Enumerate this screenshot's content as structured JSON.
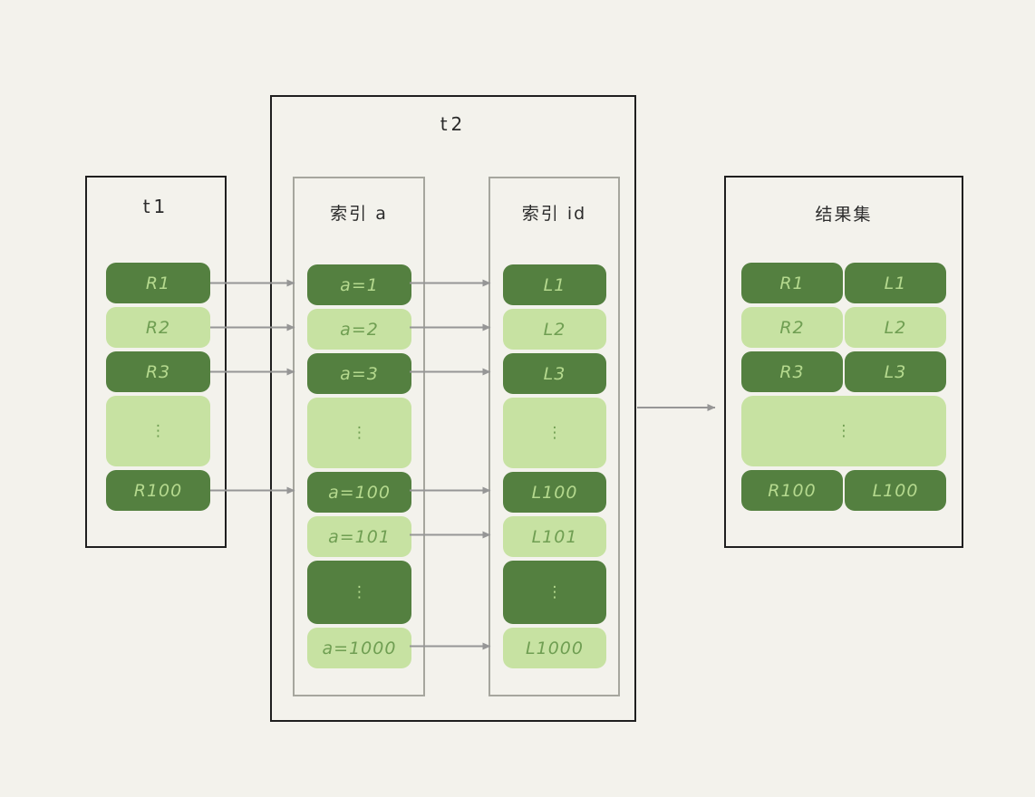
{
  "diagram": {
    "kind": "database-index-join-diagram",
    "colors": {
      "background": "#f3f2ec",
      "row_dark": "#548040",
      "row_light": "#c7e2a2",
      "text_on_dark": "#b5d98e",
      "text_on_light": "#6f9e52",
      "outer_border": "#1f1f1f",
      "inner_border": "#a6a69e",
      "arrow": "#969696"
    }
  },
  "t1": {
    "title": "t1",
    "rows": [
      {
        "label": "R1",
        "variant": "dark"
      },
      {
        "label": "R2",
        "variant": "light"
      },
      {
        "label": "R3",
        "variant": "dark"
      },
      {
        "label": "⋮",
        "variant": "light",
        "tall": true
      },
      {
        "label": "R100",
        "variant": "dark"
      }
    ]
  },
  "t2": {
    "title": "t2",
    "index_a": {
      "title": "索引 a",
      "rows": [
        {
          "label": "a=1",
          "variant": "dark"
        },
        {
          "label": "a=2",
          "variant": "light"
        },
        {
          "label": "a=3",
          "variant": "dark"
        },
        {
          "label": "⋮",
          "variant": "light",
          "tall": true
        },
        {
          "label": "a=100",
          "variant": "dark"
        },
        {
          "label": "a=101",
          "variant": "light"
        },
        {
          "label": "⋮",
          "variant": "dark",
          "tall": true
        },
        {
          "label": "a=1000",
          "variant": "light"
        }
      ]
    },
    "index_id": {
      "title": "索引 id",
      "rows": [
        {
          "label": "L1",
          "variant": "dark"
        },
        {
          "label": "L2",
          "variant": "light"
        },
        {
          "label": "L3",
          "variant": "dark"
        },
        {
          "label": "⋮",
          "variant": "light",
          "tall": true
        },
        {
          "label": "L100",
          "variant": "dark"
        },
        {
          "label": "L101",
          "variant": "light"
        },
        {
          "label": "⋮",
          "variant": "dark",
          "tall": true
        },
        {
          "label": "L1000",
          "variant": "light"
        }
      ]
    }
  },
  "result": {
    "title": "结果集",
    "rows": [
      {
        "left": "R1",
        "right": "L1",
        "variant": "dark"
      },
      {
        "left": "R2",
        "right": "L2",
        "variant": "light"
      },
      {
        "left": "R3",
        "right": "L3",
        "variant": "dark"
      },
      {
        "label": "⋮",
        "variant": "light",
        "tall": true
      },
      {
        "left": "R100",
        "right": "L100",
        "variant": "dark"
      }
    ]
  },
  "arrows": [
    {
      "from": "R1",
      "to": "a=1"
    },
    {
      "from": "R2",
      "to": "a=2"
    },
    {
      "from": "R3",
      "to": "a=3"
    },
    {
      "from": "R100",
      "to": "a=100"
    },
    {
      "from": "a=1",
      "to": "L1"
    },
    {
      "from": "a=2",
      "to": "L2"
    },
    {
      "from": "a=3",
      "to": "L3"
    },
    {
      "from": "a=100",
      "to": "L100"
    },
    {
      "from": "a=101",
      "to": "L101"
    },
    {
      "from": "a=1000",
      "to": "L1000"
    },
    {
      "from": "t2",
      "to": "结果集"
    }
  ]
}
